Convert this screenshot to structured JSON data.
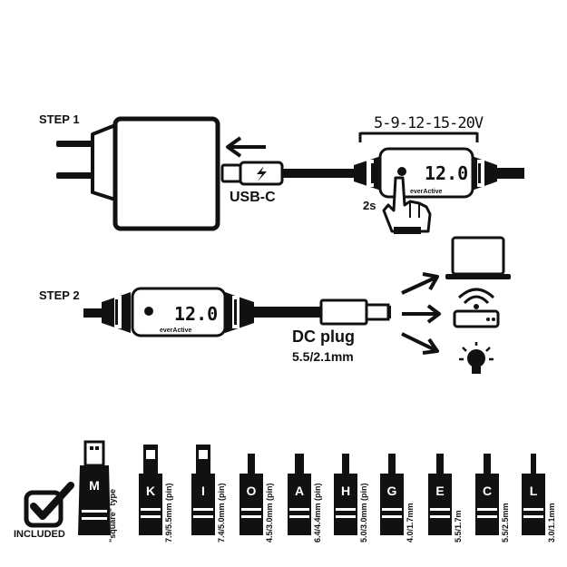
{
  "step1": {
    "label": "STEP 1",
    "connector_label": "USB-C",
    "voltages": "5-9-12-15-20V",
    "display": "12.0",
    "brand": "everActive",
    "hold_time": "2s"
  },
  "step2": {
    "label": "STEP 2",
    "display": "12.0",
    "brand": "everActive",
    "plug_title": "DC plug",
    "plug_size": "5.5/2.1mm"
  },
  "devices": [
    "laptop-icon",
    "router-icon",
    "light-bulb-icon"
  ],
  "included_label": "INCLUDED",
  "tips": [
    {
      "letter": "M",
      "spec": "\"square\" type"
    },
    {
      "letter": "K",
      "spec": "7.9/5.5mm (pin)"
    },
    {
      "letter": "I",
      "spec": "7.4/5.0mm (pin)"
    },
    {
      "letter": "O",
      "spec": "4.5/3.0mm (pin)"
    },
    {
      "letter": "A",
      "spec": "6.4/4.4mm (pin)"
    },
    {
      "letter": "H",
      "spec": "5.0/3.0mm (pin)"
    },
    {
      "letter": "G",
      "spec": "4.0/1.7mm"
    },
    {
      "letter": "E",
      "spec": "5.5/1.7m"
    },
    {
      "letter": "C",
      "spec": "5.5/2.5mm"
    },
    {
      "letter": "L",
      "spec": "3.0/1.1mm"
    }
  ]
}
